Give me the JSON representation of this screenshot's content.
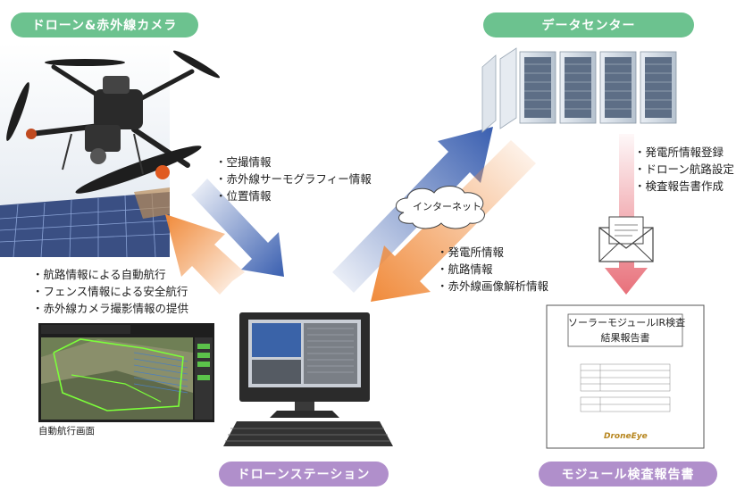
{
  "labels": {
    "drone_camera": "ドローン&赤外線カメラ",
    "data_center": "データセンター",
    "drone_station": "ドローンステーション",
    "module_report": "モジュール検査報告書",
    "internet": "インターネット",
    "auto_nav_caption": "自動航行画面"
  },
  "drone_to_station": [
    "・空撮情報",
    "・赤外線サーモグラフィー情報",
    "・位置情報"
  ],
  "station_to_drone": [
    "・航路情報による自動航行",
    "・フェンス情報による安全航行",
    "・赤外線カメラ撮影情報の提供"
  ],
  "center_to_station": [
    "・発電所情報",
    "・航路情報",
    "・赤外線画像解析情報"
  ],
  "center_tasks": [
    "・発電所情報登録",
    "・ドローン航路設定",
    "・検査報告書作成"
  ],
  "report": {
    "title_line1": "ソーラーモジュールIR検査",
    "title_line2": "結果報告書",
    "brand": "DroneEye"
  },
  "colors": {
    "green_pill": "#6cc28f",
    "purple_pill": "#b08fcb",
    "blue_arrow": "#3a5fb0",
    "orange_arrow": "#f08a3a",
    "pink_arrow": "#e8707a"
  }
}
